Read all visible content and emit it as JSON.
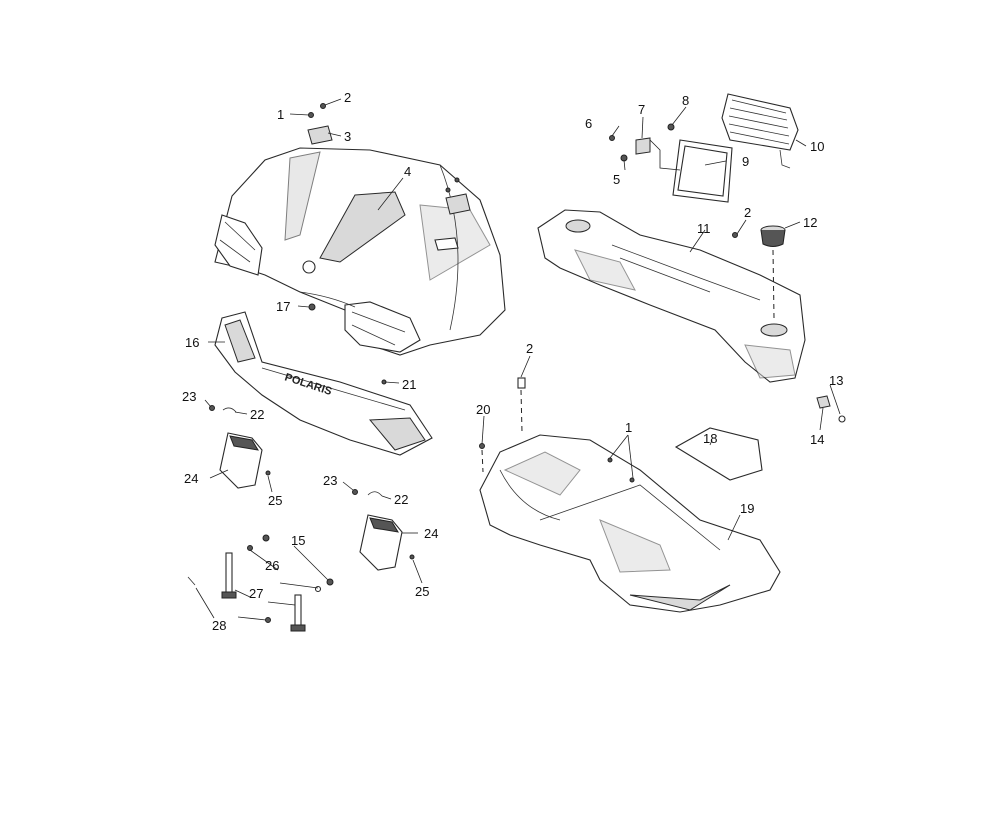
{
  "labels": [
    {
      "id": "l1a",
      "text": "1"
    },
    {
      "id": "l2a",
      "text": "2"
    },
    {
      "id": "l3",
      "text": "3"
    },
    {
      "id": "l4",
      "text": "4"
    },
    {
      "id": "l5",
      "text": "5"
    },
    {
      "id": "l6",
      "text": "6"
    },
    {
      "id": "l7",
      "text": "7"
    },
    {
      "id": "l8",
      "text": "8"
    },
    {
      "id": "l9",
      "text": "9"
    },
    {
      "id": "l10",
      "text": "10"
    },
    {
      "id": "l2b",
      "text": "2"
    },
    {
      "id": "l11",
      "text": "11"
    },
    {
      "id": "l12",
      "text": "12"
    },
    {
      "id": "l13",
      "text": "13"
    },
    {
      "id": "l14",
      "text": "14"
    },
    {
      "id": "l17",
      "text": "17"
    },
    {
      "id": "l16",
      "text": "16"
    },
    {
      "id": "l21",
      "text": "21"
    },
    {
      "id": "l2c",
      "text": "2"
    },
    {
      "id": "l23a",
      "text": "23"
    },
    {
      "id": "l22a",
      "text": "22"
    },
    {
      "id": "l20",
      "text": "20"
    },
    {
      "id": "l18",
      "text": "18"
    },
    {
      "id": "l1b",
      "text": "1"
    },
    {
      "id": "l24a",
      "text": "24"
    },
    {
      "id": "l25a",
      "text": "25"
    },
    {
      "id": "l23b",
      "text": "23"
    },
    {
      "id": "l22b",
      "text": "22"
    },
    {
      "id": "l19",
      "text": "19"
    },
    {
      "id": "l24b",
      "text": "24"
    },
    {
      "id": "l15",
      "text": "15"
    },
    {
      "id": "l26",
      "text": "26"
    },
    {
      "id": "l27",
      "text": "27"
    },
    {
      "id": "l25b",
      "text": "25"
    },
    {
      "id": "l28",
      "text": "28"
    }
  ],
  "bumper_text": "POLARIS"
}
